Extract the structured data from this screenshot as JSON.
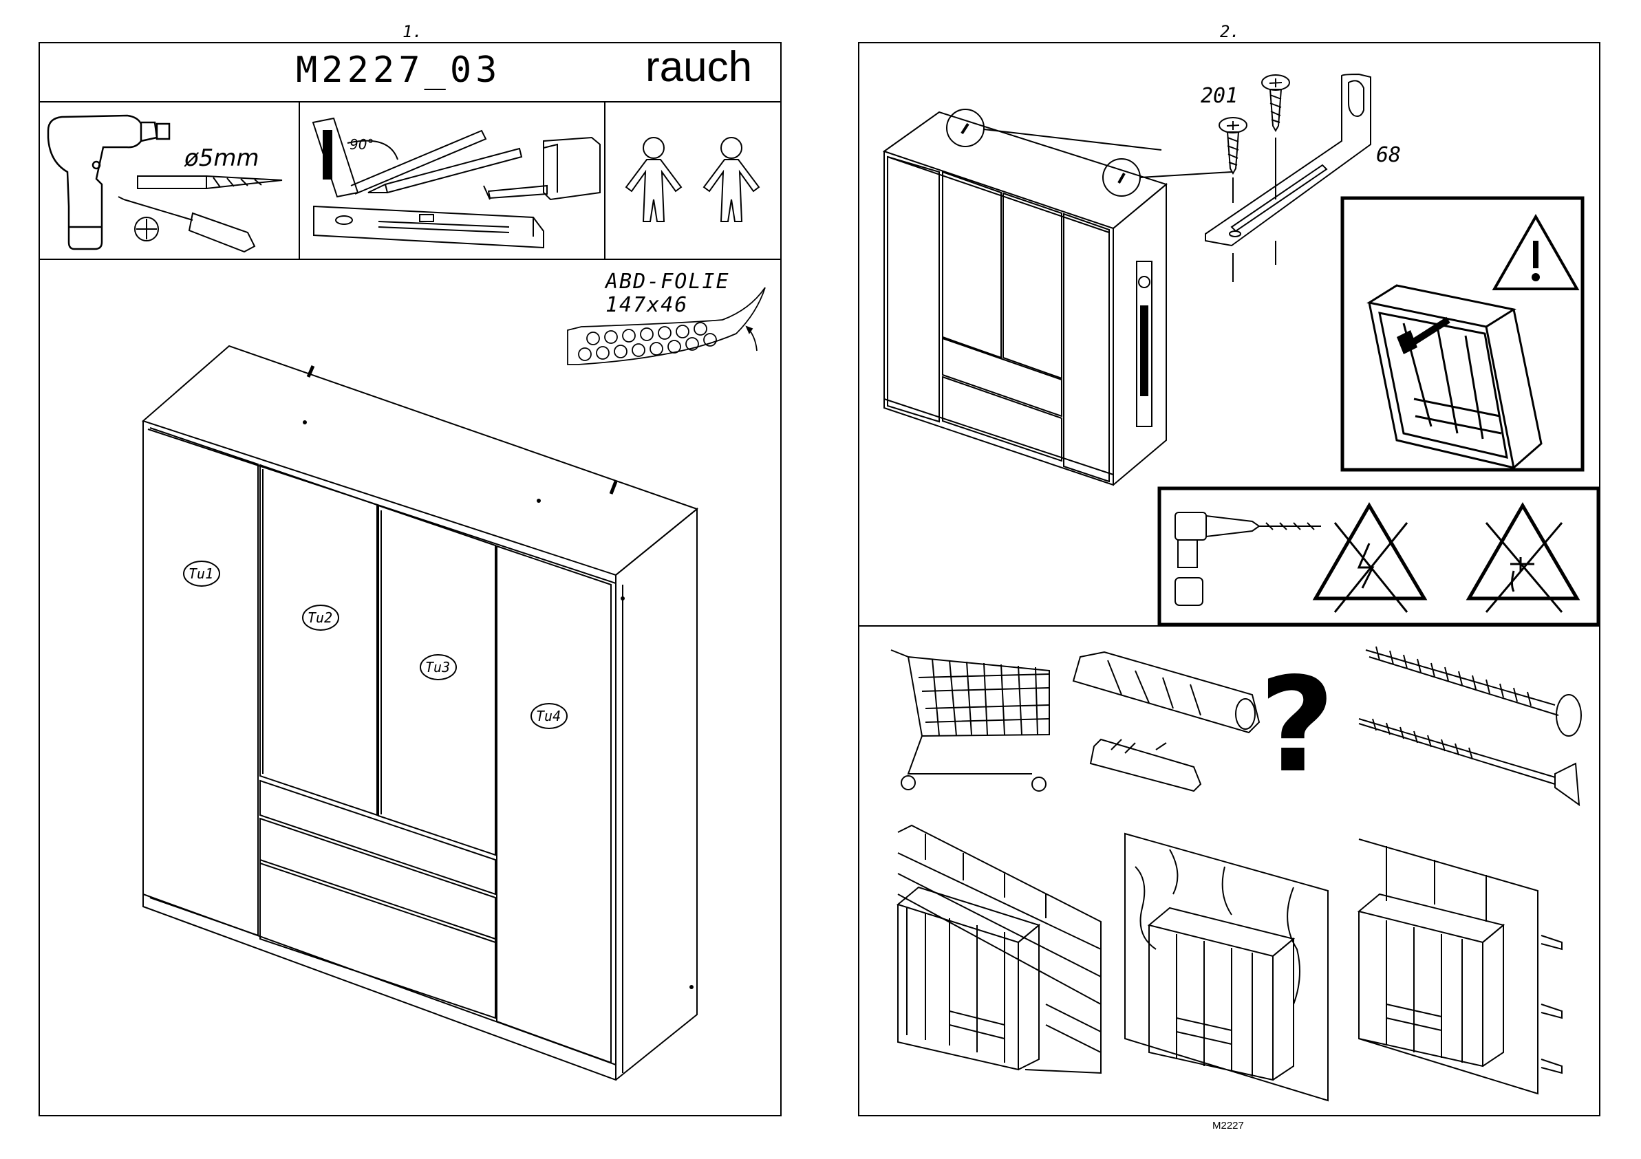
{
  "pages": [
    {
      "number": "1."
    },
    {
      "number": "2."
    }
  ],
  "header": {
    "model": "M2227_03",
    "brand": "rauch"
  },
  "tools": {
    "drill_bit": "ø5mm",
    "angle": "90°"
  },
  "foil": {
    "label": "ABD-FOLIE",
    "size": "147x46"
  },
  "doors": [
    "Tu1",
    "Tu2",
    "Tu3",
    "Tu4"
  ],
  "parts": {
    "screw": "201",
    "bracket": "68"
  },
  "footer": {
    "code": "M2227"
  }
}
